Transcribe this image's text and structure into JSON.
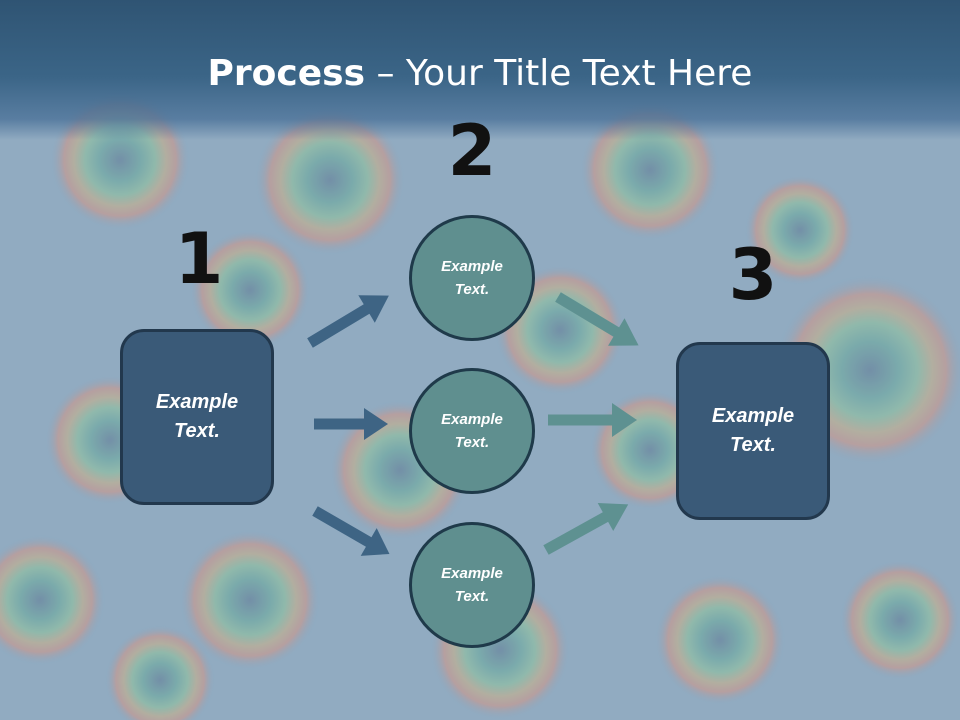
{
  "title": {
    "bold": "Process",
    "rest": " – Your Title Text Here"
  },
  "steps": [
    {
      "number": "1"
    },
    {
      "number": "2"
    },
    {
      "number": "3"
    }
  ],
  "left_box": {
    "text": "Example\nText."
  },
  "right_box": {
    "text": "Example\nText."
  },
  "circles": [
    {
      "text": "Example\nText."
    },
    {
      "text": "Example\nText."
    },
    {
      "text": "Example\nText."
    }
  ],
  "colors": {
    "title_band": "#3b6587",
    "box_fill": "#3a5a78",
    "circle_fill": "#5f8f8f",
    "arrow_in": "#3e6484",
    "arrow_out": "#5e9191"
  }
}
